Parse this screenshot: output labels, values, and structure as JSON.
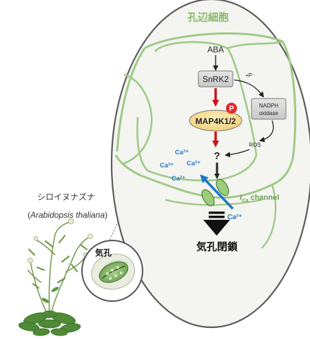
{
  "cell_title": "孔辺細胞",
  "pathway": {
    "aba": "ABA",
    "snrk2": "SnRK2",
    "plus_p": "+P",
    "nadph_line1": "NADPH",
    "nadph_line2": "oxidase",
    "phospho_p": "P",
    "map4k": "MAP4K1/2",
    "ros": "ROS",
    "unknown": "?"
  },
  "calcium_labels": [
    "Ca²⁺",
    "Ca²⁺",
    "Ca²⁺",
    "Ca²⁺"
  ],
  "calcium_influx_label": "Ca²⁺",
  "channel": {
    "italic_I": "I",
    "subscript": "Ca",
    "suffix": " channel"
  },
  "outcome": "気孔閉鎖",
  "plant": {
    "name_jp": "シロイヌナズナ",
    "name_open": "(",
    "name_latin": "Arabidopsis thaliana",
    "name_close": ")"
  },
  "stoma_label": "気孔",
  "colors": {
    "cell_green": "#8ab96a",
    "cell_fill": "#f4f4f1",
    "outline_gray": "#5b5b5b",
    "snrk2_fill": "#d8d8d8",
    "map4k_fill": "#f5dc8f",
    "phospho_red": "#e8242a",
    "arrow_red": "#c9151b",
    "calcium_blue": "#1f78c8",
    "title_green": "#8ab96a"
  }
}
